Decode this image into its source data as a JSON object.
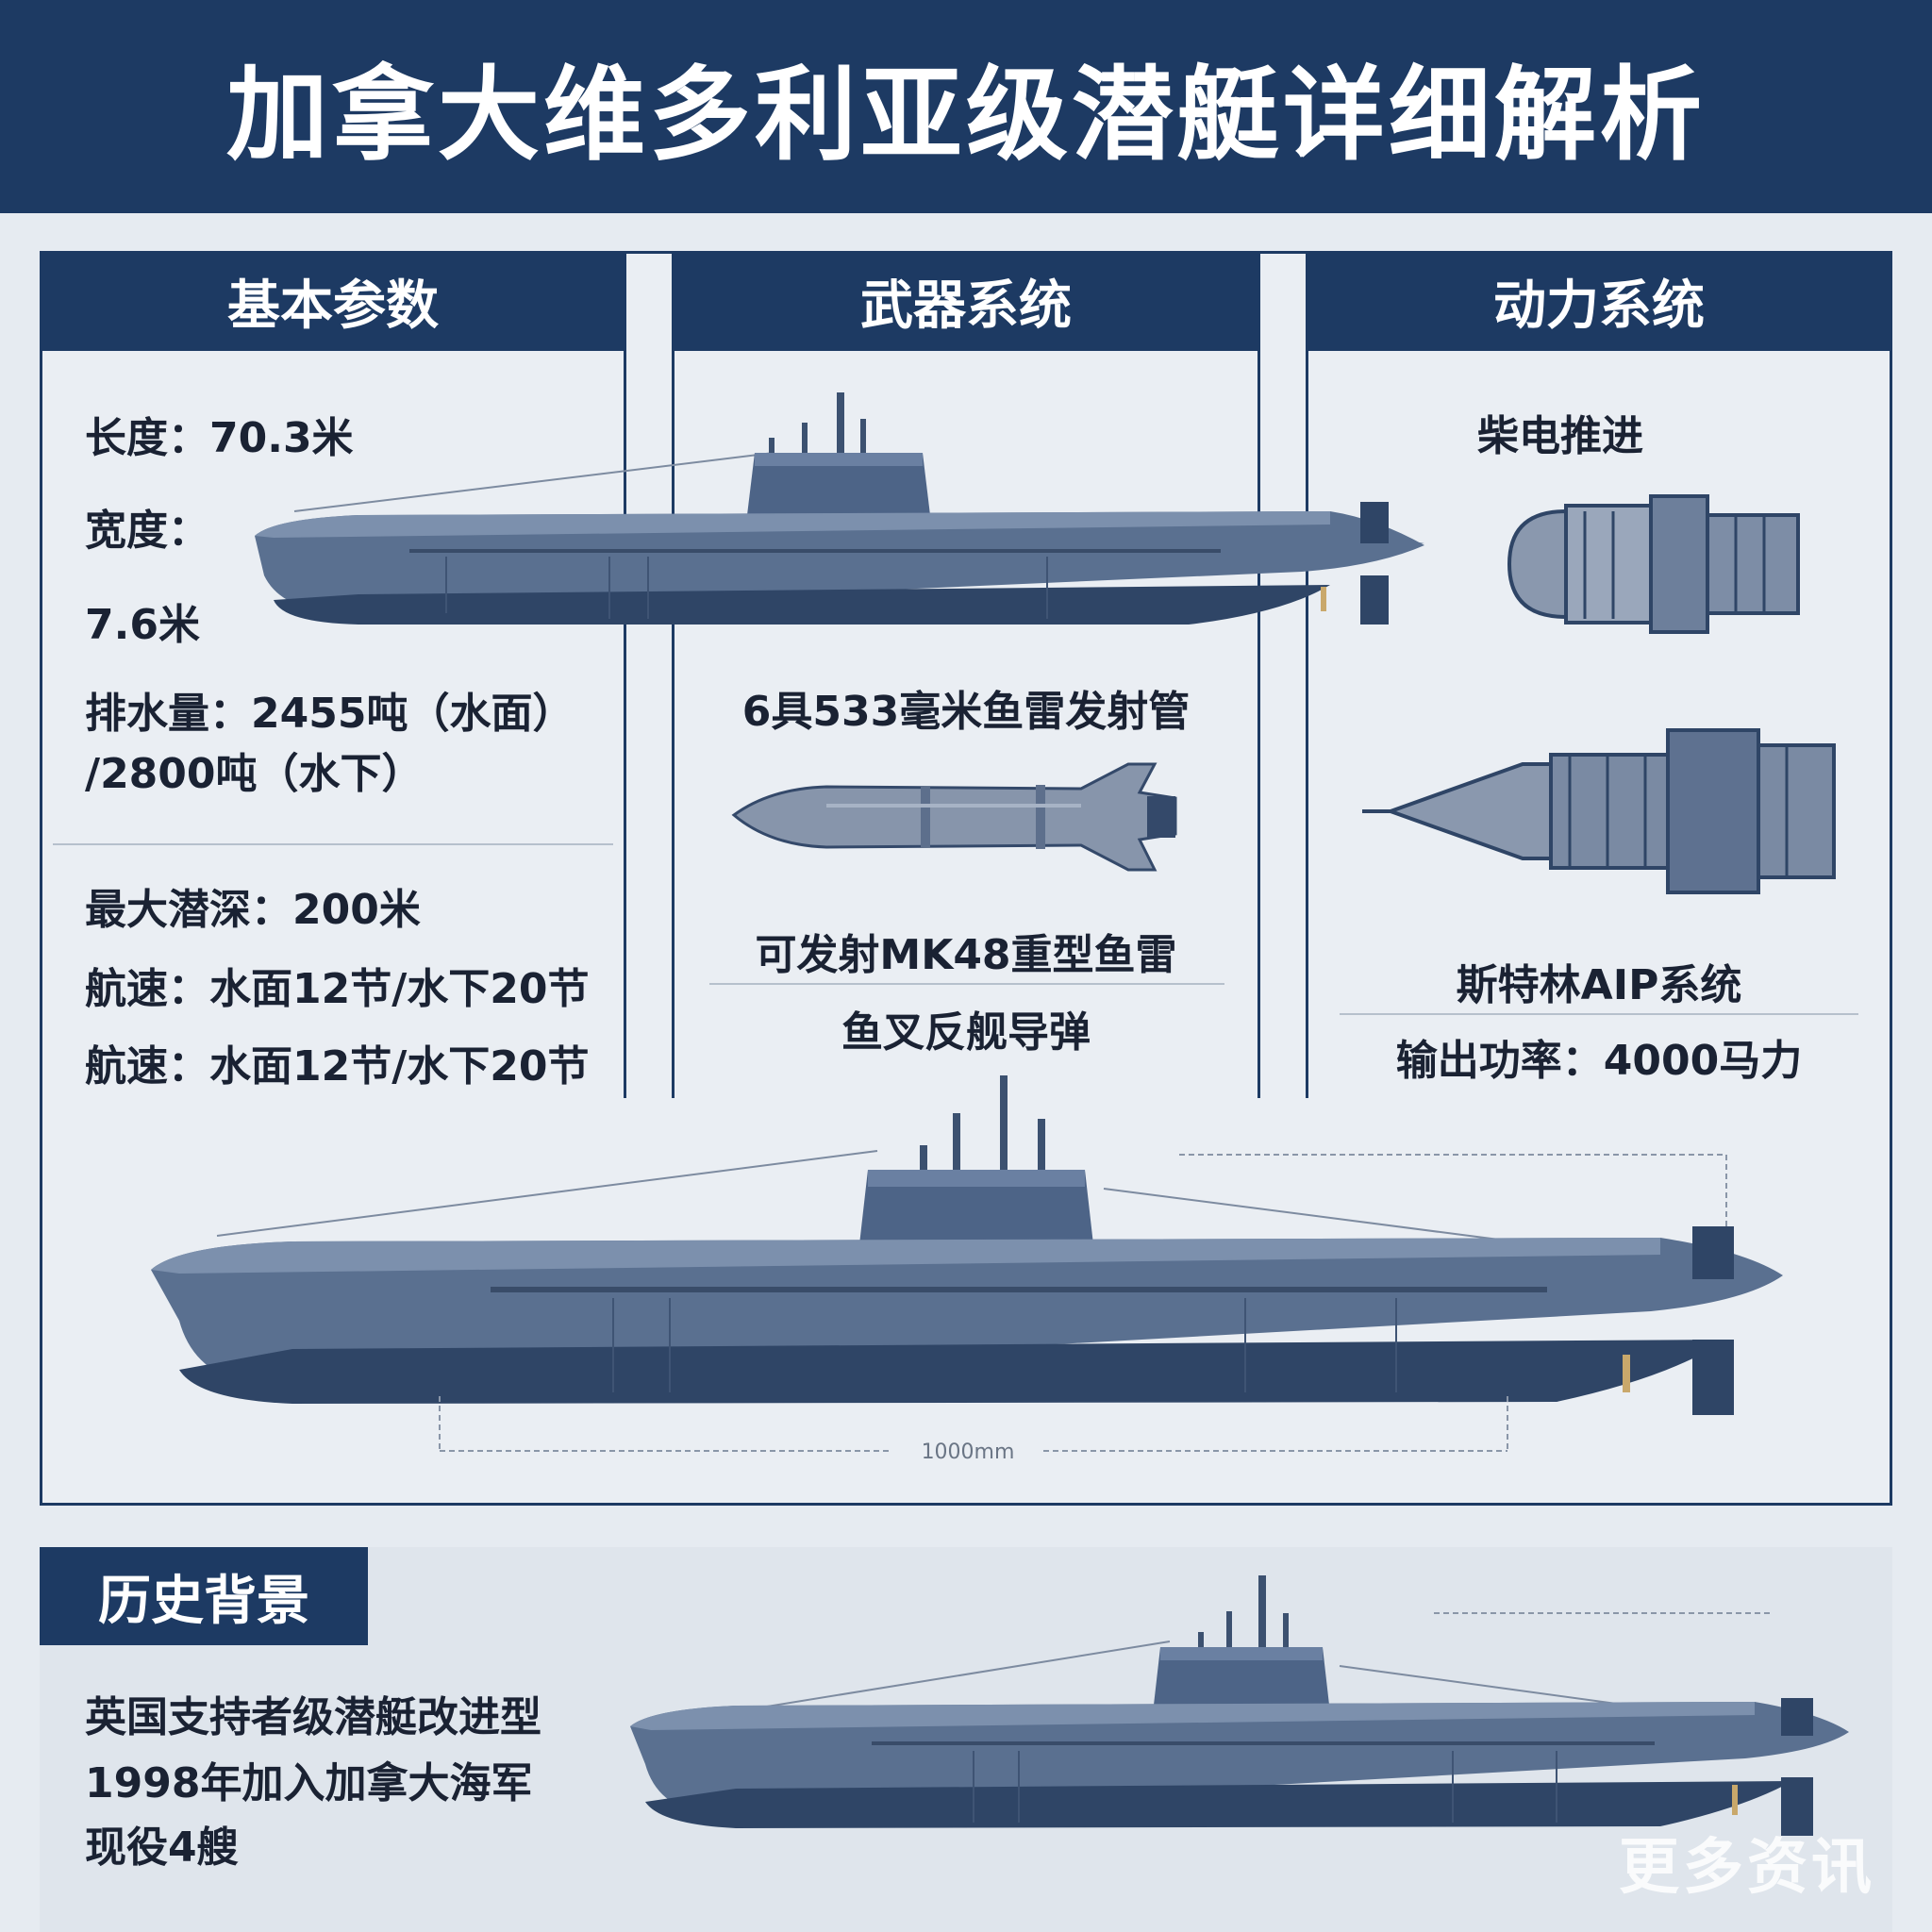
{
  "title": "加拿大维多利亚级潜艇详细解析",
  "panels": {
    "basic": {
      "heading": "基本参数",
      "length": "长度：70.3米",
      "width_label": "宽度：",
      "width_value": "7.6米",
      "displacement_1": "排水量：2455吨（水面）",
      "displacement_2": "/2800吨（水下）",
      "max_depth": "最大潜深：200米",
      "speed_1": "航速：水面12节/水下20节",
      "speed_2": "航速：水面12节/水下20节"
    },
    "weapons": {
      "heading": "武器系统",
      "tubes": "6具533毫米鱼雷发射管",
      "torpedo": "可发射MK48重型鱼雷",
      "missile": "鱼叉反舰导弹"
    },
    "power": {
      "heading": "动力系统",
      "propulsion": "柴电推进",
      "aip": "斯特林AIP系统",
      "output": "输出功率：4000马力"
    }
  },
  "main_dimension_label": "1000mm",
  "history": {
    "heading": "历史背景",
    "line_1": "英国支持者级潜艇改进型",
    "line_2": "1998年加入加拿大海军",
    "line_3": "现役4艘"
  },
  "watermark": "更多资讯",
  "colors": {
    "navy": "#1d3a63",
    "hull_dark": "#2f4566",
    "hull_mid": "#5c7394",
    "hull_light": "#8c9db6",
    "background": "#e6ebf1"
  }
}
